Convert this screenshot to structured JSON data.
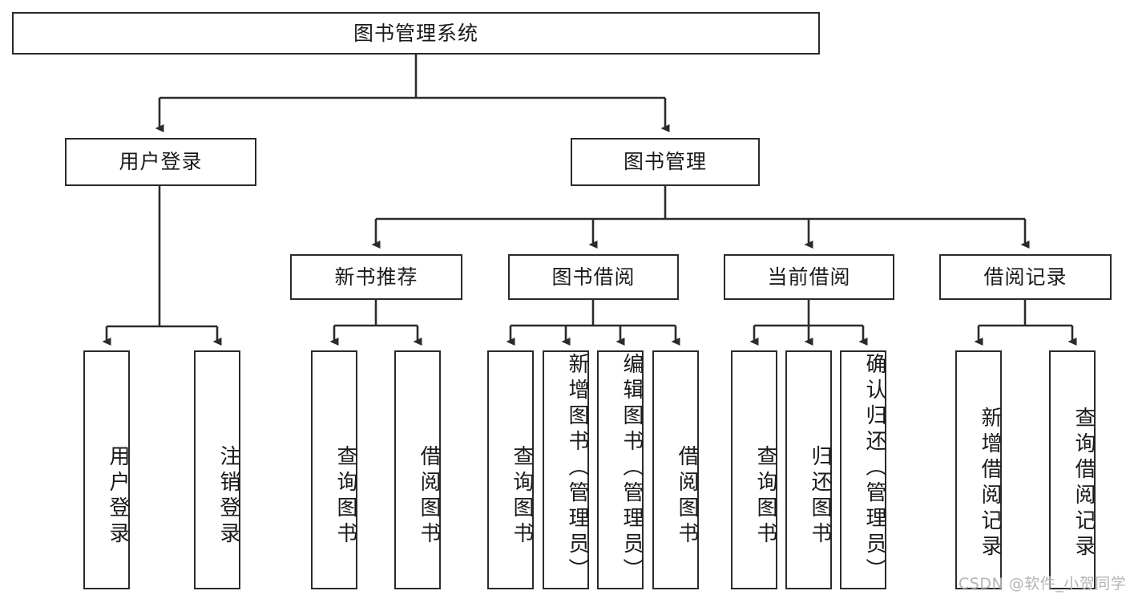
{
  "diagram": {
    "title": "图书管理系统",
    "type": "hierarchy-tree",
    "colors": {
      "background": "#ffffff",
      "node_border": "#2b2b2b",
      "node_fill": "#ffffff",
      "connector": "#2b2b2b",
      "text": "#1a1a1a",
      "watermark": "#b4b4b4"
    },
    "root": {
      "label": "图书管理系统"
    },
    "level2": [
      {
        "label": "用户登录"
      },
      {
        "label": "图书管理"
      }
    ],
    "level3": [
      {
        "label": "新书推荐"
      },
      {
        "label": "图书借阅"
      },
      {
        "label": "当前借阅"
      },
      {
        "label": "借阅记录"
      }
    ],
    "leaves": {
      "user_login": [
        {
          "label": "用户登录"
        },
        {
          "label": "注销登录"
        }
      ],
      "new_book_recommend": [
        {
          "label": "查询图书"
        },
        {
          "label": "借阅图书"
        }
      ],
      "book_borrow": [
        {
          "label": "查询图书"
        },
        {
          "label": "新增图书（管理员）"
        },
        {
          "label": "编辑图书（管理员）"
        },
        {
          "label": "借阅图书"
        }
      ],
      "current_borrow": [
        {
          "label": "查询图书"
        },
        {
          "label": "归还图书"
        },
        {
          "label": "确认归还（管理员）"
        }
      ],
      "borrow_records": [
        {
          "label": "新增借阅记录"
        },
        {
          "label": "查询借阅记录"
        }
      ]
    }
  },
  "watermark": {
    "text": "CSDN @软件_小贺同学"
  }
}
